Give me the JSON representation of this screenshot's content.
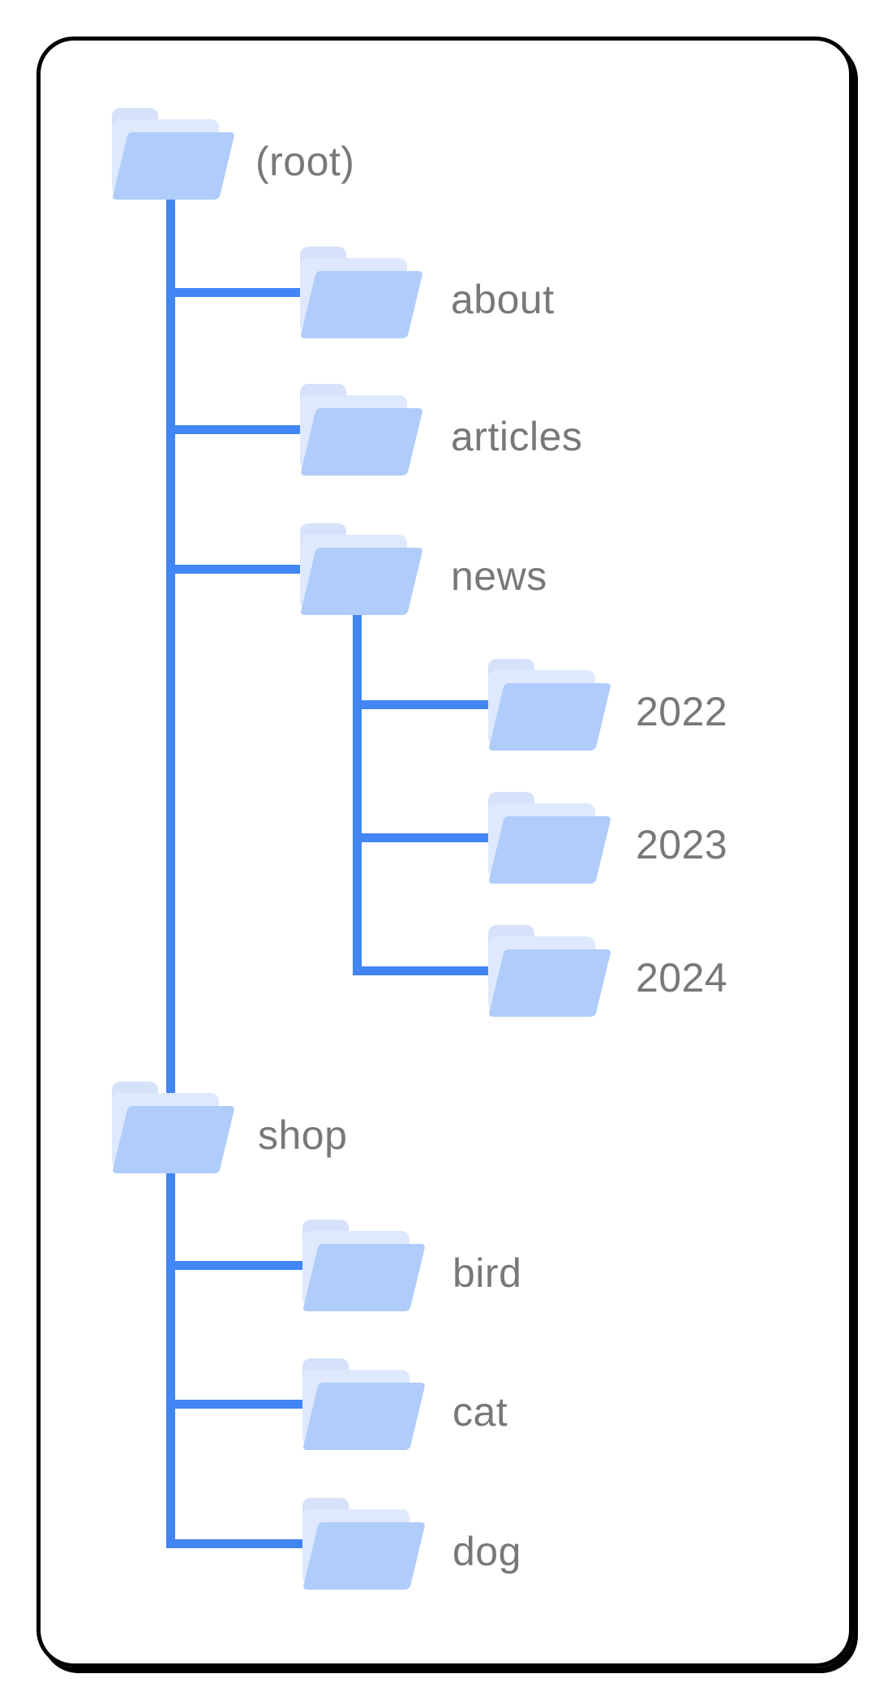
{
  "diagram": {
    "type": "site-folder-tree",
    "colors": {
      "connector_line": "#4285F4",
      "folder_tab": "#D6E2FA",
      "folder_back": "#DFE9FD",
      "folder_front": "#AFCCFA",
      "label_text": "#76787B",
      "card_border": "#000000",
      "background": "#FFFFFF"
    }
  },
  "nodes": [
    {
      "id": "root",
      "label": "(root)",
      "depth": 0,
      "parent": null,
      "icon": "folder-icon"
    },
    {
      "id": "about",
      "label": "about",
      "depth": 1,
      "parent": "root",
      "icon": "folder-icon"
    },
    {
      "id": "articles",
      "label": "articles",
      "depth": 1,
      "parent": "root",
      "icon": "folder-icon"
    },
    {
      "id": "news",
      "label": "news",
      "depth": 1,
      "parent": "root",
      "icon": "folder-icon"
    },
    {
      "id": "y2022",
      "label": "2022",
      "depth": 2,
      "parent": "news",
      "icon": "folder-icon"
    },
    {
      "id": "y2023",
      "label": "2023",
      "depth": 2,
      "parent": "news",
      "icon": "folder-icon"
    },
    {
      "id": "y2024",
      "label": "2024",
      "depth": 2,
      "parent": "news",
      "icon": "folder-icon"
    },
    {
      "id": "shop",
      "label": "shop",
      "depth": 0,
      "parent": "root",
      "icon": "folder-icon"
    },
    {
      "id": "bird",
      "label": "bird",
      "depth": 1,
      "parent": "shop",
      "icon": "folder-icon"
    },
    {
      "id": "cat",
      "label": "cat",
      "depth": 1,
      "parent": "shop",
      "icon": "folder-icon"
    },
    {
      "id": "dog",
      "label": "dog",
      "depth": 1,
      "parent": "shop",
      "icon": "folder-icon"
    }
  ]
}
